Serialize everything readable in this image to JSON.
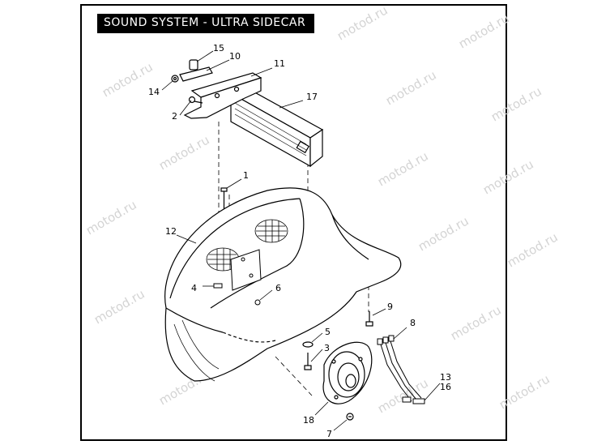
{
  "title": "SOUND SYSTEM - ULTRA SIDECAR",
  "watermark": "motod.ru",
  "colors": {
    "ink": "#000000",
    "background": "#ffffff",
    "watermark": "#d4d4d4"
  },
  "callouts": {
    "c1": "1",
    "c2": "2",
    "c3": "3",
    "c4": "4",
    "c5": "5",
    "c6": "6",
    "c7": "7",
    "c8": "8",
    "c9": "9",
    "c10": "10",
    "c11": "11",
    "c12": "12",
    "c13": "13",
    "c14": "14",
    "c15": "15",
    "c16": "16",
    "c17": "17",
    "c18": "18"
  }
}
